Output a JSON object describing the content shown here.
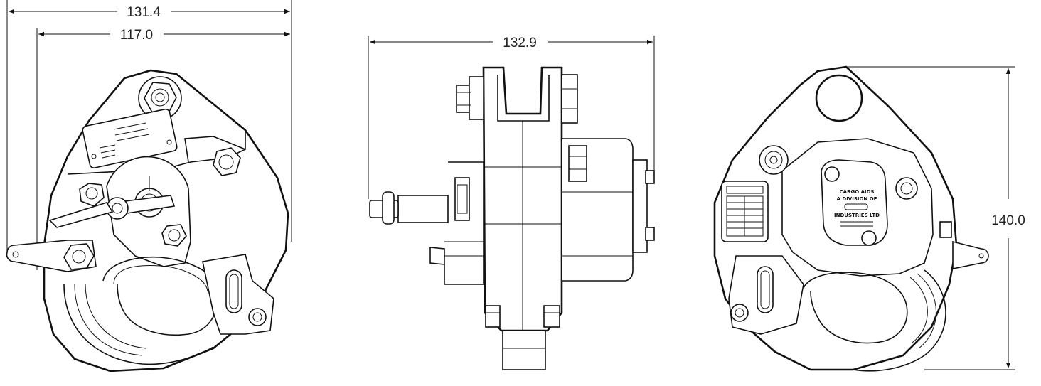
{
  "dimensions": {
    "overall_width_left": "131.4",
    "inner_width_left": "117.0",
    "side_width": "132.9",
    "height_right": "140.0"
  },
  "right_view_plate": {
    "line1": "CARGO AIDS",
    "line2": "A DIVISION OF",
    "line3": "INDUSTRIES LTD"
  }
}
